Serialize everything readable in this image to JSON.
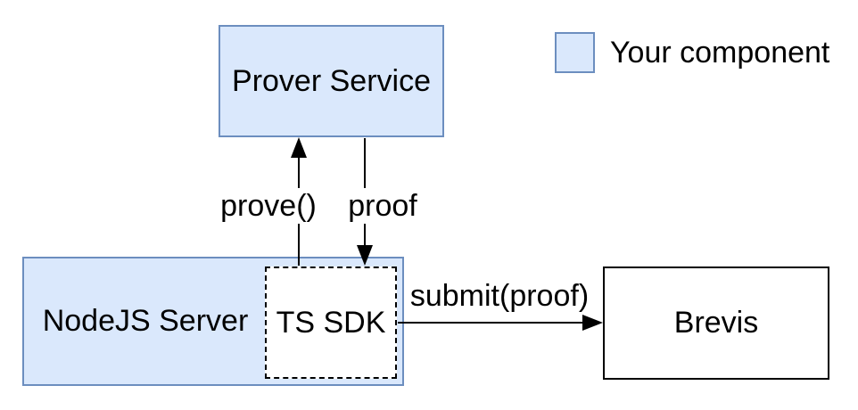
{
  "diagram": {
    "colors": {
      "background": "#ffffff",
      "component_fill": "#dae8fc",
      "component_stroke": "#6c8ebf",
      "plain_stroke": "#000000",
      "arrow": "#000000",
      "text": "#000000"
    },
    "nodes": {
      "prover": {
        "label": "Prover Service",
        "style": "component"
      },
      "nodejs": {
        "label": "NodeJS Server",
        "style": "component"
      },
      "tssdk": {
        "label": "TS SDK",
        "style": "dashed-inner-component"
      },
      "brevis": {
        "label": "Brevis",
        "style": "plain-external"
      }
    },
    "edges": {
      "prove": {
        "label": "prove()",
        "from": "tssdk",
        "to": "prover",
        "direction": "up"
      },
      "proof": {
        "label": "proof",
        "from": "prover",
        "to": "tssdk",
        "direction": "down"
      },
      "submit": {
        "label": "submit(proof)",
        "from": "tssdk",
        "to": "brevis",
        "direction": "right"
      }
    },
    "legend": {
      "swatch_color": "#dae8fc",
      "label": "Your component"
    }
  }
}
